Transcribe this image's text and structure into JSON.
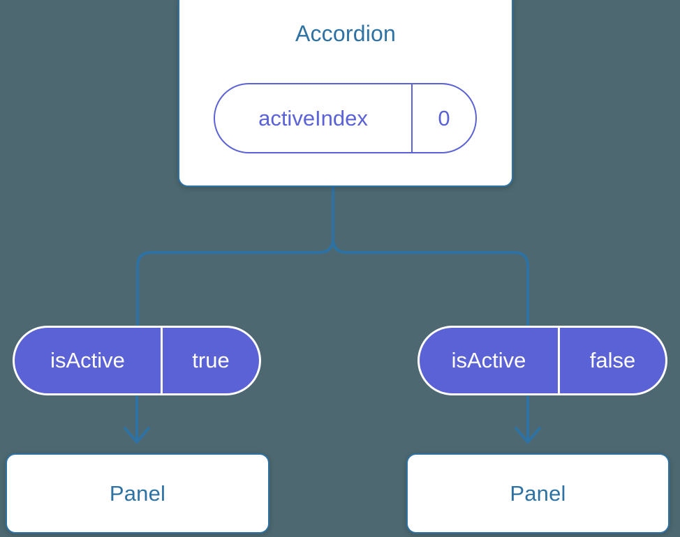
{
  "background_color": "#4d6870",
  "accent_colors": {
    "card_border": "#2e72a4",
    "title_text": "#2e72a4",
    "connector": "#2e72a4",
    "state_pill_outline": "#5b62d6",
    "prop_pill_fill": "#5b62d6",
    "prop_pill_text": "#ffffff",
    "card_background": "#ffffff"
  },
  "diagram": {
    "type": "component-tree",
    "root": {
      "title": "Accordion",
      "state_pill": {
        "key": "activeIndex",
        "value": "0"
      }
    },
    "children": [
      {
        "prop_pill": {
          "key": "isActive",
          "value": "true"
        },
        "card_title": "Panel"
      },
      {
        "prop_pill": {
          "key": "isActive",
          "value": "false"
        },
        "card_title": "Panel"
      }
    ],
    "connectors": [
      {
        "from": "accordion-card",
        "to": "isactive-true-pill",
        "style": "elbow"
      },
      {
        "from": "accordion-card",
        "to": "isactive-false-pill",
        "style": "elbow"
      },
      {
        "from": "isactive-true-pill",
        "to": "panel-left",
        "style": "arrow"
      },
      {
        "from": "isactive-false-pill",
        "to": "panel-right",
        "style": "arrow"
      }
    ]
  }
}
